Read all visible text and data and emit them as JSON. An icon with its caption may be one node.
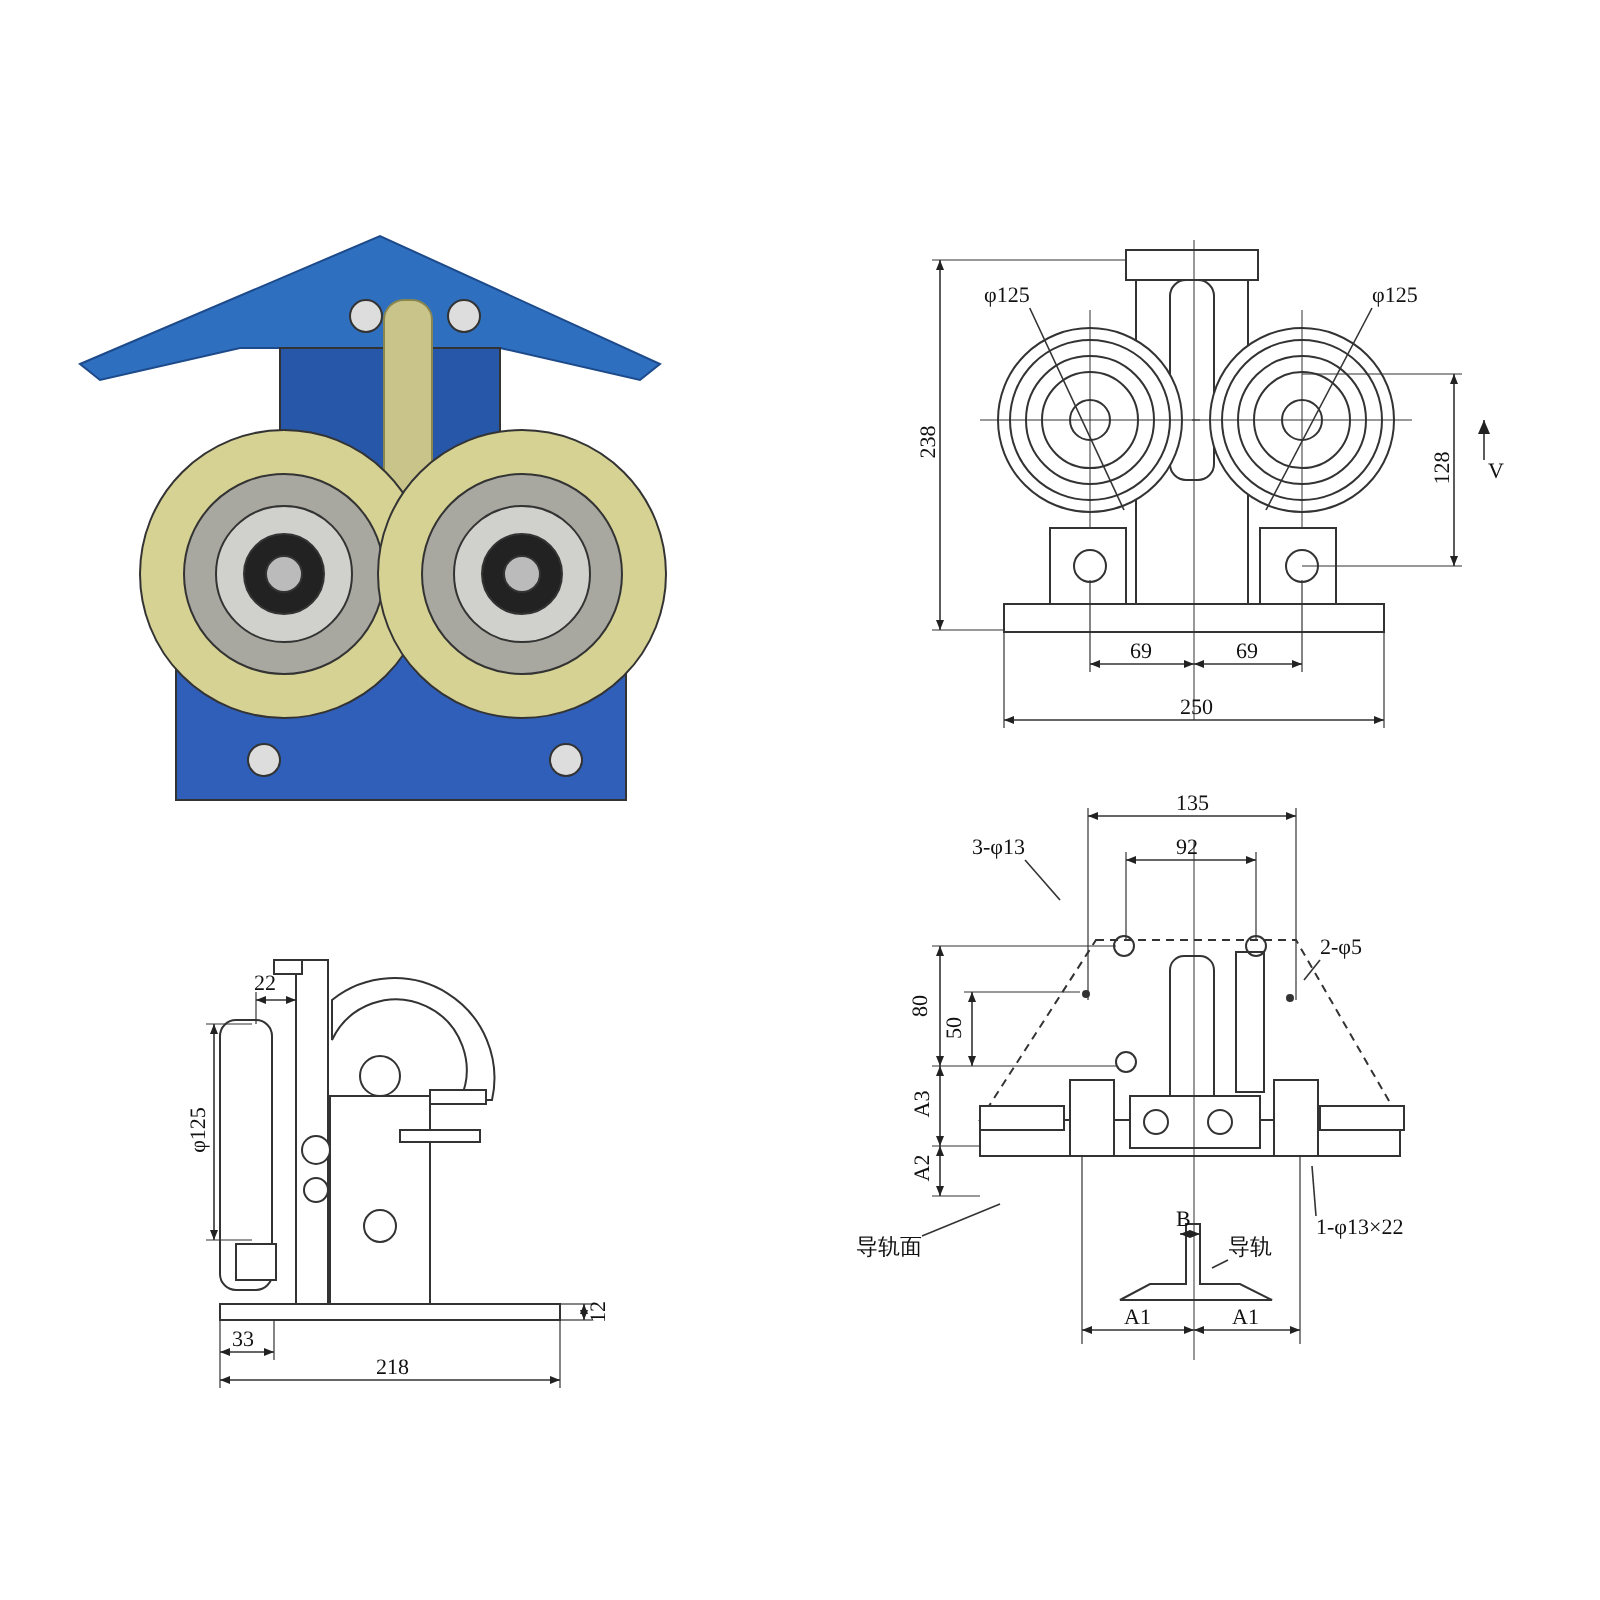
{
  "diagram": {
    "nodes": [
      {
        "text": [
          "φ125"
        ]
      },
      {
        "text": [
          "φ125"
        ]
      },
      {
        "text": [
          "3-φ13"
        ]
      },
      {
        "text": [
          "2-φ5"
        ]
      },
      {
        "text": [
          "1-φ13×22"
        ]
      },
      {
        "text": [
          "导轨面"
        ]
      },
      {
        "text": [
          "导轨"
        ]
      }
    ],
    "edges": [
      {
        "from": 0,
        "to": null,
        "arrow": "none"
      },
      {
        "from": 1,
        "to": null,
        "arrow": "none"
      },
      {
        "from": 2,
        "to": null,
        "arrow": "none"
      },
      {
        "from": 3,
        "to": null,
        "arrow": "none"
      },
      {
        "from": 4,
        "to": null,
        "arrow": "none"
      },
      {
        "from": 5,
        "to": null,
        "arrow": "none"
      },
      {
        "from": 6,
        "to": null,
        "arrow": "none"
      }
    ],
    "labels": [
      "238",
      "128",
      "V",
      "69",
      "69",
      "250",
      "22",
      "φ125",
      "12",
      "33",
      "218",
      "135",
      "92",
      "80",
      "50",
      "A3",
      "A2",
      "B",
      "A1",
      "A1"
    ]
  }
}
